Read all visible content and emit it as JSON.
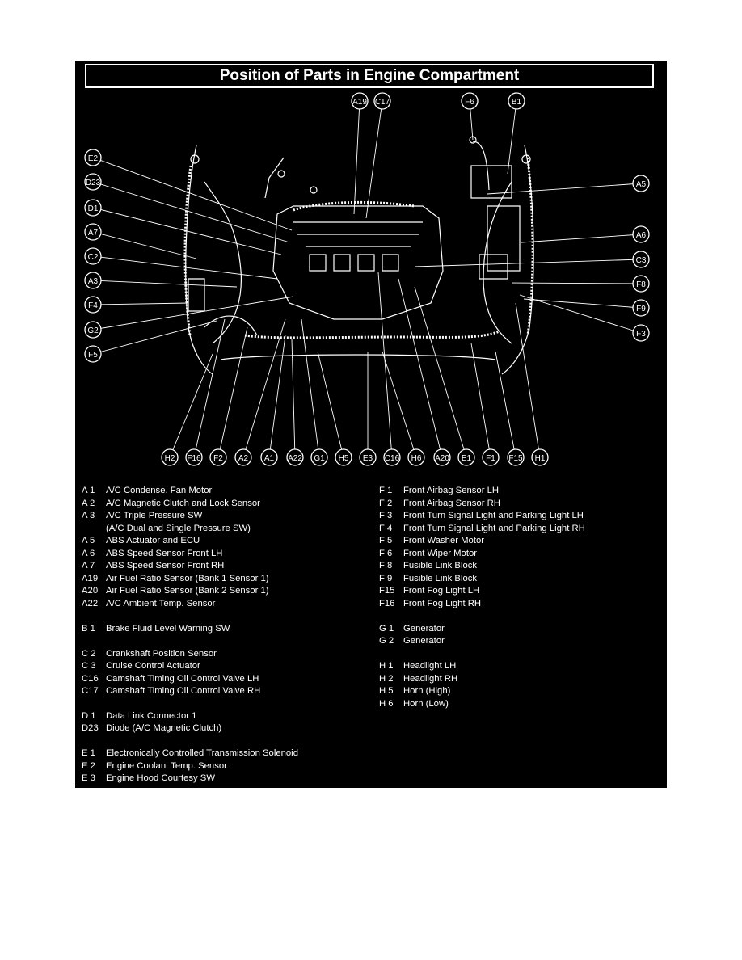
{
  "title": "Position of Parts in Engine Compartment",
  "callouts": [
    "A19",
    "C17",
    "F6",
    "B1",
    "E2",
    "D23",
    "D1",
    "A7",
    "C2",
    "A3",
    "F4",
    "G2",
    "F5",
    "A5",
    "A6",
    "C3",
    "F8",
    "F9",
    "F3",
    "H2",
    "F16",
    "F2",
    "A2",
    "A1",
    "A22",
    "G1",
    "H5",
    "E3",
    "C16",
    "H6",
    "A20",
    "E1",
    "F1",
    "F15",
    "H1"
  ],
  "legend": {
    "left": [
      {
        "code": "A 1",
        "desc": "A/C Condense. Fan Motor"
      },
      {
        "code": "A 2",
        "desc": "A/C Magnetic Clutch and Lock Sensor"
      },
      {
        "code": "A 3",
        "desc": "A/C Triple Pressure SW"
      },
      {
        "code": "",
        "desc": "(A/C Dual and Single Pressure SW)"
      },
      {
        "code": "A 5",
        "desc": "ABS Actuator and ECU"
      },
      {
        "code": "A 6",
        "desc": "ABS Speed Sensor Front LH"
      },
      {
        "code": "A 7",
        "desc": "ABS Speed Sensor Front RH"
      },
      {
        "code": "A19",
        "desc": "Air Fuel Ratio Sensor (Bank 1 Sensor 1)"
      },
      {
        "code": "A20",
        "desc": "Air Fuel Ratio Sensor (Bank 2 Sensor 1)"
      },
      {
        "code": "A22",
        "desc": "A/C Ambient Temp. Sensor"
      },
      {
        "code": "B 1",
        "desc": "Brake Fluid Level Warning SW"
      },
      {
        "code": "C 2",
        "desc": "Crankshaft Position Sensor"
      },
      {
        "code": "C 3",
        "desc": "Cruise Control Actuator"
      },
      {
        "code": "C16",
        "desc": "Camshaft Timing Oil Control Valve LH"
      },
      {
        "code": "C17",
        "desc": "Camshaft Timing Oil Control Valve RH"
      },
      {
        "code": "D 1",
        "desc": "Data Link Connector 1"
      },
      {
        "code": "D23",
        "desc": "Diode (A/C Magnetic Clutch)"
      },
      {
        "code": "E 1",
        "desc": "Electronically Controlled Transmission Solenoid"
      },
      {
        "code": "E 2",
        "desc": "Engine Coolant Temp. Sensor"
      },
      {
        "code": "E 3",
        "desc": "Engine Hood Courtesy SW"
      }
    ],
    "right": [
      {
        "code": "F 1",
        "desc": "Front Airbag Sensor LH"
      },
      {
        "code": "F 2",
        "desc": "Front Airbag Sensor RH"
      },
      {
        "code": "F 3",
        "desc": "Front Turn Signal Light and Parking Light LH"
      },
      {
        "code": "F 4",
        "desc": "Front Turn Signal Light and Parking Light RH"
      },
      {
        "code": "F 5",
        "desc": "Front Washer Motor"
      },
      {
        "code": "F 6",
        "desc": "Front Wiper Motor"
      },
      {
        "code": "F 8",
        "desc": "Fusible Link Block"
      },
      {
        "code": "F 9",
        "desc": "Fusible Link Block"
      },
      {
        "code": "F15",
        "desc": "Front Fog Light LH"
      },
      {
        "code": "F16",
        "desc": "Front Fog Light RH"
      },
      {
        "code": "G 1",
        "desc": "Generator"
      },
      {
        "code": "G 2",
        "desc": "Generator"
      },
      {
        "code": "H 1",
        "desc": "Headlight LH"
      },
      {
        "code": "H 2",
        "desc": "Headlight RH"
      },
      {
        "code": "H 5",
        "desc": "Horn (High)"
      },
      {
        "code": "H 6",
        "desc": "Horn (Low)"
      }
    ]
  }
}
